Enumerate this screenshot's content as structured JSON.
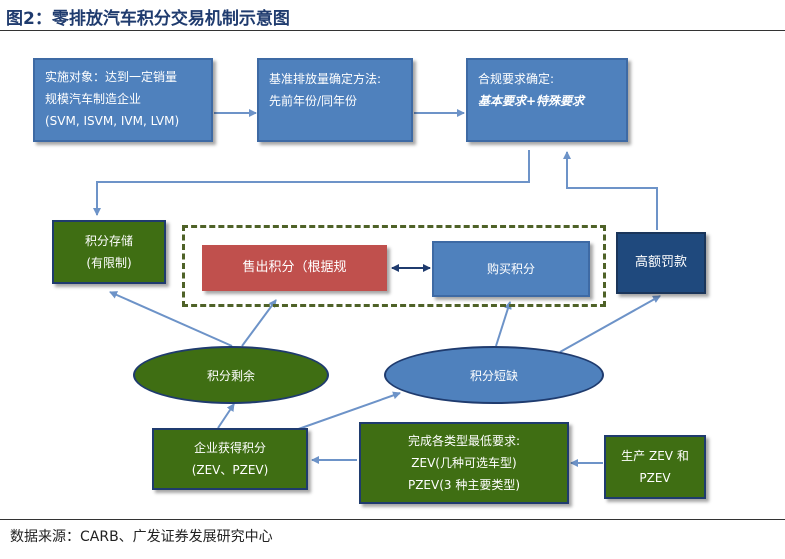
{
  "title": "图2：零排放汽车积分交易机制示意图",
  "boxes": {
    "target_lines": [
      "实施对象：达到一定销量",
      "规模汽车制造企业",
      "(SVM, ISVM, IVM, LVM)"
    ],
    "baseline_lines": [
      "基准排放量确定方法:",
      "先前年份/同年份"
    ],
    "compliance_lines": [
      "合规要求确定:",
      "基本要求+特殊要求"
    ],
    "storage_lines": [
      "积分存储",
      "(有限制)"
    ],
    "sell": "售出积分（根据规",
    "buy": "购买积分",
    "penalty": "高额罚款",
    "obtain_lines": [
      "企业获得积分",
      "(ZEV、PZEV)"
    ],
    "complete_lines": [
      "完成各类型最低要求:",
      "ZEV(几种可选车型)",
      "PZEV(3 种主要类型)"
    ],
    "produce_lines": [
      "生产 ZEV 和",
      "PZEV"
    ]
  },
  "ellipses": {
    "surplus": "积分剩余",
    "shortage": "积分短缺"
  },
  "source": "数据来源：CARB、广发证券发展研究中心",
  "colors": {
    "blue": "#4f81bd",
    "green": "#3f6e13",
    "navy": "#1f497d",
    "red": "#c0504d",
    "arrow": "#6d93c8"
  }
}
